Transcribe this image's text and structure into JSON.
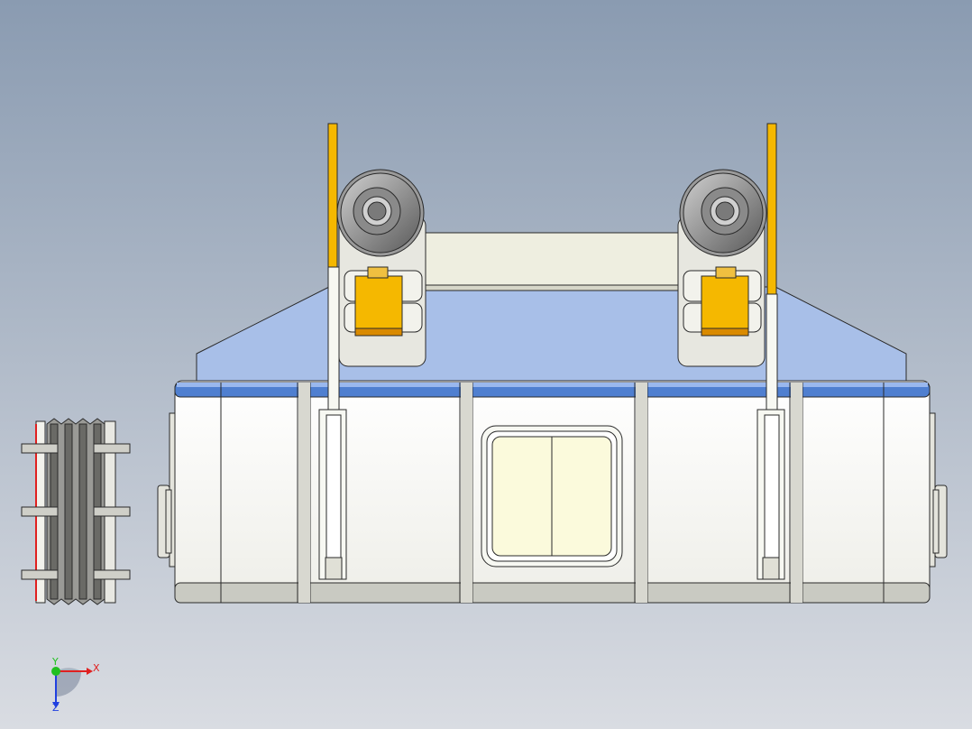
{
  "viewport": {
    "background_top": "#8a9bb1",
    "background_bottom": "#d9dce2"
  },
  "model": {
    "colors": {
      "body_fill": "#f7f8f2",
      "body_shade": "#c9cac2",
      "top_stripe": "#4f7fd0",
      "top_plate": "#a8bfe8",
      "roller_dark": "#6e6e6e",
      "roller_light": "#b9b9b9",
      "bracket_yellow": "#f5b800",
      "bracket_orange": "#d98a00",
      "window_fill": "#fbfadc",
      "outline": "#2a2a2a"
    }
  },
  "triad": {
    "x_label": "X",
    "y_label": "Y",
    "z_label": "Z",
    "x_color": "#e02020",
    "y_color": "#20c020",
    "z_color": "#2040e0"
  }
}
